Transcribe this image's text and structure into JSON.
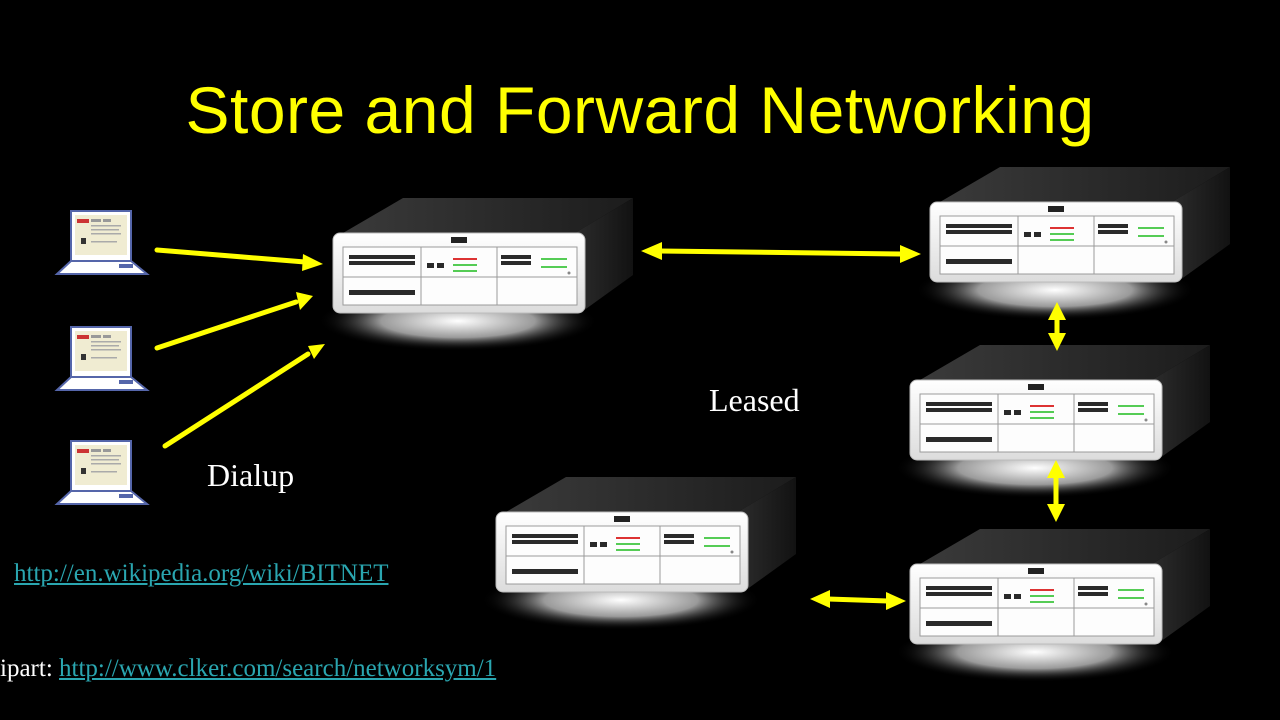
{
  "slide": {
    "title": "Store and Forward Networking",
    "label_leased": "Leased",
    "label_dialup": "Dialup",
    "wiki_link": "http://en.wikipedia.org/wiki/BITNET",
    "credit_prefix": "ipart: ",
    "credit_link": "http://www.clker.com/search/networksym/1"
  },
  "colors": {
    "title": "#ffff00",
    "arrow": "#ffff00",
    "link": "#2aa6b0",
    "background": "#000000"
  },
  "icons": {
    "terminal": "laptop-terminal-icon",
    "switch": "network-switch-icon"
  }
}
